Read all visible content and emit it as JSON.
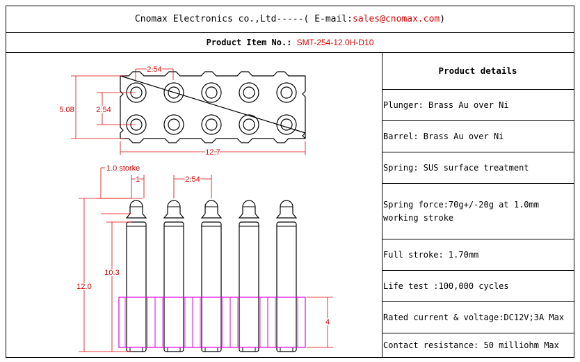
{
  "header": {
    "company": "Cnomax Electronics co.,Ltd-----( E-mail: ",
    "email": "sales@cnomax.com",
    "close": ")"
  },
  "item": {
    "label": "Product Item No.: ",
    "code": "SMT-254-12.0H-D10"
  },
  "drawing": {
    "top_pitch": "2.54",
    "top_height": "5.08",
    "top_row_pitch": "2.54",
    "top_width": "12.7",
    "stroke_label": "1.0 storke",
    "stroke_value": "1",
    "side_pitch": "2.54",
    "total_height": "12.0",
    "barrel_height": "10.3",
    "base_height": "4"
  },
  "details": {
    "title": "Product details",
    "items": [
      "Plunger: Brass Au over Ni",
      "Barrel: Brass Au over Ni",
      "Spring: SUS surface treatment",
      "Spring force:70g+/-20g at 1.0mm working stroke",
      "Full stroke: 1.70mm",
      "Life test :100,000 cycles",
      "Rated current & voltage:DC12V;3A Max",
      "Contact resistance: 50 milliohm Max"
    ]
  },
  "colors": {
    "dimension": "#e00000",
    "outline": "#000000",
    "insulator": "#e000e0"
  }
}
